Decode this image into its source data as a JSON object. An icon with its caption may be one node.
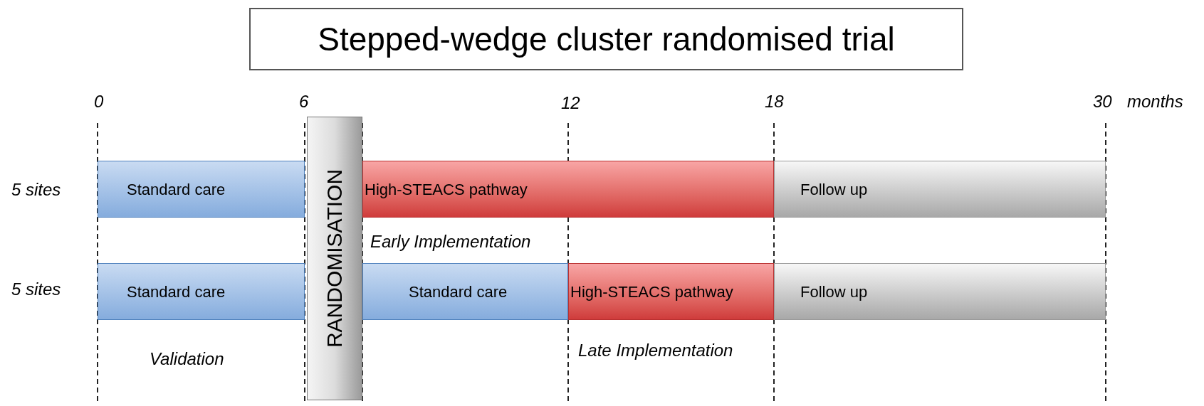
{
  "diagram": {
    "title": "Stepped-wedge cluster randomised trial",
    "nodes": [
      {
        "text": [
          "Standard care"
        ]
      },
      {
        "text": [
          "RANDOMISATION"
        ]
      },
      {
        "text": [
          "High-STEACS pathway"
        ]
      },
      {
        "text": [
          "Follow up"
        ]
      },
      {
        "text": [
          "Standard care"
        ]
      },
      {
        "text": [
          "Standard care"
        ]
      },
      {
        "text": [
          "High-STEACS pathway"
        ]
      },
      {
        "text": [
          "Follow up"
        ]
      }
    ],
    "labels": [
      "0",
      "6",
      "12",
      "18",
      "30",
      "months",
      "5 sites",
      "Early Implementation",
      "5 sites",
      "Validation",
      "Late Implementation"
    ]
  }
}
